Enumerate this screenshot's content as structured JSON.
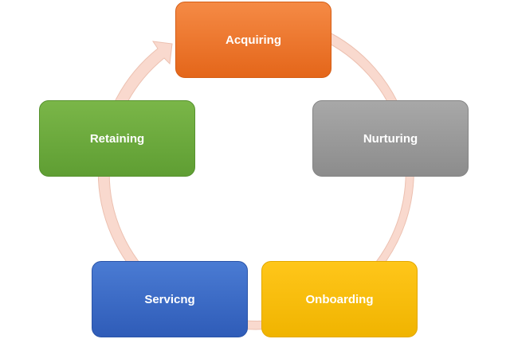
{
  "diagram": {
    "type": "cycle",
    "ring_color": "#f9d9ce",
    "ring_stroke": "#ecc0b0",
    "nodes": [
      {
        "id": "acquiring",
        "label": "Acquiring",
        "color": "#ee7a2f"
      },
      {
        "id": "nurturing",
        "label": "Nurturing",
        "color": "#999999"
      },
      {
        "id": "onboarding",
        "label": "Onboarding",
        "color": "#f9be08"
      },
      {
        "id": "servicing",
        "label": "Servicng",
        "color": "#3b6cc7"
      },
      {
        "id": "retaining",
        "label": "Retaining",
        "color": "#6cab3e"
      }
    ]
  }
}
